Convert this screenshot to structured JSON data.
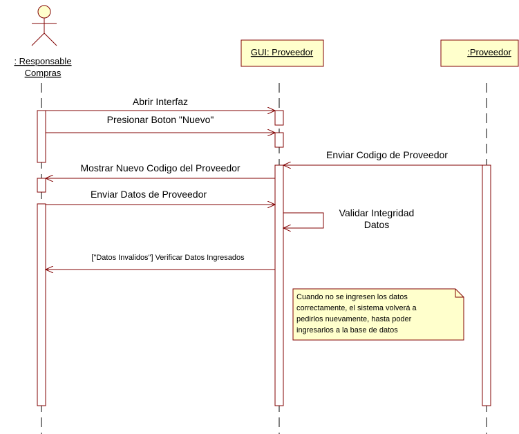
{
  "actors": [
    {
      "name_line1": ": Responsable",
      "name_line2": "Compras"
    }
  ],
  "objects": [
    {
      "name": "GUI: Proveedor"
    },
    {
      "name": ":Proveedor"
    }
  ],
  "messages": [
    {
      "label": "Abrir Interfaz"
    },
    {
      "label": "Presionar Boton \"Nuevo\""
    },
    {
      "label": "Enviar Codigo de Proveedor"
    },
    {
      "label": "Mostrar Nuevo Codigo del Proveedor"
    },
    {
      "label": "Enviar Datos de Proveedor"
    },
    {
      "label_line1": "Validar Integridad",
      "label_line2": "Datos"
    },
    {
      "label": "[\"Datos Invalidos\"] Verificar Datos Ingresados"
    }
  ],
  "note": {
    "lines": [
      "Cuando no se ingresen los datos",
      "correctamente, el sistema volverá a",
      "pedirlos nuevamente, hasta poder",
      "ingresarlos a la base de datos"
    ]
  },
  "colors": {
    "box_fill": "#ffffcc",
    "line": "#800000",
    "text": "#000000"
  }
}
